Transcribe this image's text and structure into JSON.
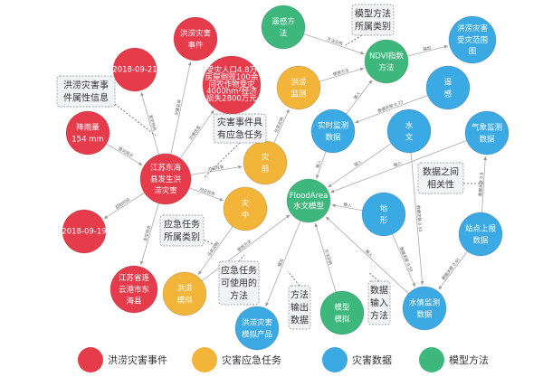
{
  "colors": {
    "event": "#e63b4b",
    "task": "#f2b53a",
    "data": "#3ba9e3",
    "method": "#3db77c"
  },
  "nodes": [
    {
      "id": "evt",
      "type": "event",
      "lines": [
        "洪涝灾害",
        "事件"
      ]
    },
    {
      "id": "d0921",
      "type": "event",
      "lines": [
        "2018-09-21"
      ]
    },
    {
      "id": "loss",
      "type": "event",
      "lines": [
        "受灾人口4.8万",
        "房屋倒毁100余",
        "间农作物受灾",
        "4000hm²经济",
        "损失2800万元"
      ]
    },
    {
      "id": "rain",
      "type": "event",
      "lines": [
        "降雨量",
        "154 mm"
      ]
    },
    {
      "id": "main",
      "type": "event",
      "lines": [
        "江苏东海",
        "县发生洪",
        "涝灾害"
      ]
    },
    {
      "id": "d0919",
      "type": "event",
      "lines": [
        "2018-09-19"
      ]
    },
    {
      "id": "place",
      "type": "event",
      "lines": [
        "江苏省连",
        "云港市东",
        "海县"
      ]
    },
    {
      "id": "pre",
      "type": "task",
      "lines": [
        "灾",
        "前"
      ]
    },
    {
      "id": "mid",
      "type": "task",
      "lines": [
        "灾",
        "中"
      ]
    },
    {
      "id": "mon",
      "type": "task",
      "lines": [
        "洪涝",
        "监测"
      ]
    },
    {
      "id": "sim",
      "type": "task",
      "lines": [
        "洪涝",
        "模拟"
      ]
    },
    {
      "id": "rsm",
      "type": "method",
      "lines": [
        "遥感方",
        "法"
      ]
    },
    {
      "id": "ndvi",
      "type": "method",
      "lines": [
        "NDVI指数",
        "方法"
      ]
    },
    {
      "id": "flood",
      "type": "method",
      "lines": [
        "FloodArea",
        "水文模型"
      ]
    },
    {
      "id": "msim",
      "type": "method",
      "lines": [
        "模型",
        "模拟"
      ]
    },
    {
      "id": "map",
      "type": "data",
      "lines": [
        "洪涝灾害",
        "受灾范围",
        "图"
      ]
    },
    {
      "id": "rs",
      "type": "data",
      "lines": [
        "遥",
        "感"
      ]
    },
    {
      "id": "rt",
      "type": "data",
      "lines": [
        "实时监测",
        "数据"
      ]
    },
    {
      "id": "hyd",
      "type": "data",
      "lines": [
        "水",
        "文"
      ]
    },
    {
      "id": "met",
      "type": "data",
      "lines": [
        "气象监测",
        "数据"
      ]
    },
    {
      "id": "ter",
      "type": "data",
      "lines": [
        "地",
        "形"
      ]
    },
    {
      "id": "stn",
      "type": "data",
      "lines": [
        "站点上报",
        "数据"
      ]
    },
    {
      "id": "wat",
      "type": "data",
      "lines": [
        "水情监测",
        "数据"
      ]
    },
    {
      "id": "prod",
      "type": "data",
      "lines": [
        "洪涝灾害",
        "模拟产品"
      ]
    }
  ],
  "edges": [
    {
      "from": "main",
      "to": "evt",
      "label": "灾害名称"
    },
    {
      "from": "main",
      "to": "d0921",
      "label": "发生时间"
    },
    {
      "from": "main",
      "to": "loss",
      "label": "灾情信息"
    },
    {
      "from": "rain",
      "to": "main",
      "label": "致灾因子"
    },
    {
      "from": "main",
      "to": "pre",
      "label": "对应任务"
    },
    {
      "from": "main",
      "to": "mid",
      "label": "对应任务"
    },
    {
      "from": "main",
      "to": "d0919",
      "label": "起始时间"
    },
    {
      "from": "main",
      "to": "place",
      "label": "发生地点"
    },
    {
      "from": "pre",
      "to": "mon",
      "label": "任务实例"
    },
    {
      "from": "mid",
      "to": "sim",
      "label": "任务实例"
    },
    {
      "from": "mon",
      "to": "ndvi",
      "label": "使用方法"
    },
    {
      "from": "sim",
      "to": "flood",
      "label": "使用方法"
    },
    {
      "from": "rsm",
      "to": "ndvi",
      "label": "方法实例"
    },
    {
      "from": "msim",
      "to": "flood",
      "label": "方法实例"
    },
    {
      "from": "ndvi",
      "to": "map",
      "label": "输出"
    },
    {
      "from": "flood",
      "to": "prod",
      "label": "输出"
    },
    {
      "from": "rt",
      "to": "ndvi",
      "label": "输入"
    },
    {
      "from": "rt",
      "to": "flood",
      "label": "输入"
    },
    {
      "from": "hyd",
      "to": "flood",
      "label": "输入"
    },
    {
      "from": "met",
      "to": "flood",
      "label": "输入"
    },
    {
      "from": "ter",
      "to": "flood",
      "label": "输入"
    },
    {
      "from": "wat",
      "to": "flood",
      "label": "输入"
    },
    {
      "from": "rs",
      "to": "rt",
      "label": "数据关联 0.73"
    },
    {
      "from": "hyd",
      "to": "wat",
      "label": "数据关联 0.53"
    },
    {
      "from": "ter",
      "to": "wat",
      "label": "数据关联 0.50"
    },
    {
      "from": "stn",
      "to": "wat",
      "label": "数据关联 0.61"
    },
    {
      "from": "stn",
      "to": "met",
      "label": "数据关联 0.8"
    }
  ],
  "annotations": [
    {
      "id": "a1",
      "lines": [
        "洪涝灾害事",
        "件属性信息"
      ]
    },
    {
      "id": "a2",
      "lines": [
        "灾害事件具",
        "有应急任务"
      ]
    },
    {
      "id": "a3",
      "lines": [
        "模型方法",
        "所属类别"
      ]
    },
    {
      "id": "a4",
      "lines": [
        "应急任务",
        "所属类别"
      ]
    },
    {
      "id": "a5",
      "lines": [
        "应急任务",
        "可使用的",
        "方法"
      ]
    },
    {
      "id": "a6",
      "lines": [
        "方法",
        "输出",
        "数据"
      ]
    },
    {
      "id": "a7",
      "lines": [
        "数据",
        "输入",
        "方法"
      ]
    },
    {
      "id": "a8",
      "lines": [
        "数据之间",
        "相关性"
      ]
    }
  ],
  "legend": [
    {
      "type": "event",
      "label": "洪涝灾害事件"
    },
    {
      "type": "task",
      "label": "灾害应急任务"
    },
    {
      "type": "data",
      "label": "灾害数据"
    },
    {
      "type": "method",
      "label": "模型方法"
    }
  ]
}
